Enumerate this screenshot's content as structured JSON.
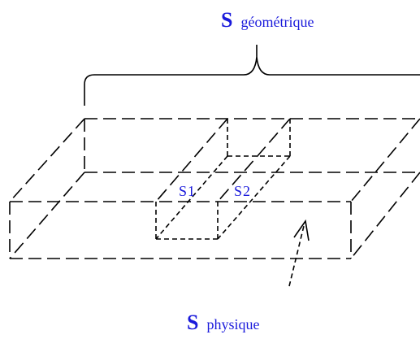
{
  "top_label": {
    "letter": "S",
    "word": "géométrique",
    "color": "#1a1adb"
  },
  "bottom_label": {
    "letter": "S",
    "word": "physique",
    "color": "#1a1adb"
  },
  "sub_labels": {
    "s1_letter": "S",
    "s1_index": "1",
    "s2_letter": "S",
    "s2_index": "2",
    "color": "#1a1adb"
  },
  "stroke_color": "#000000"
}
